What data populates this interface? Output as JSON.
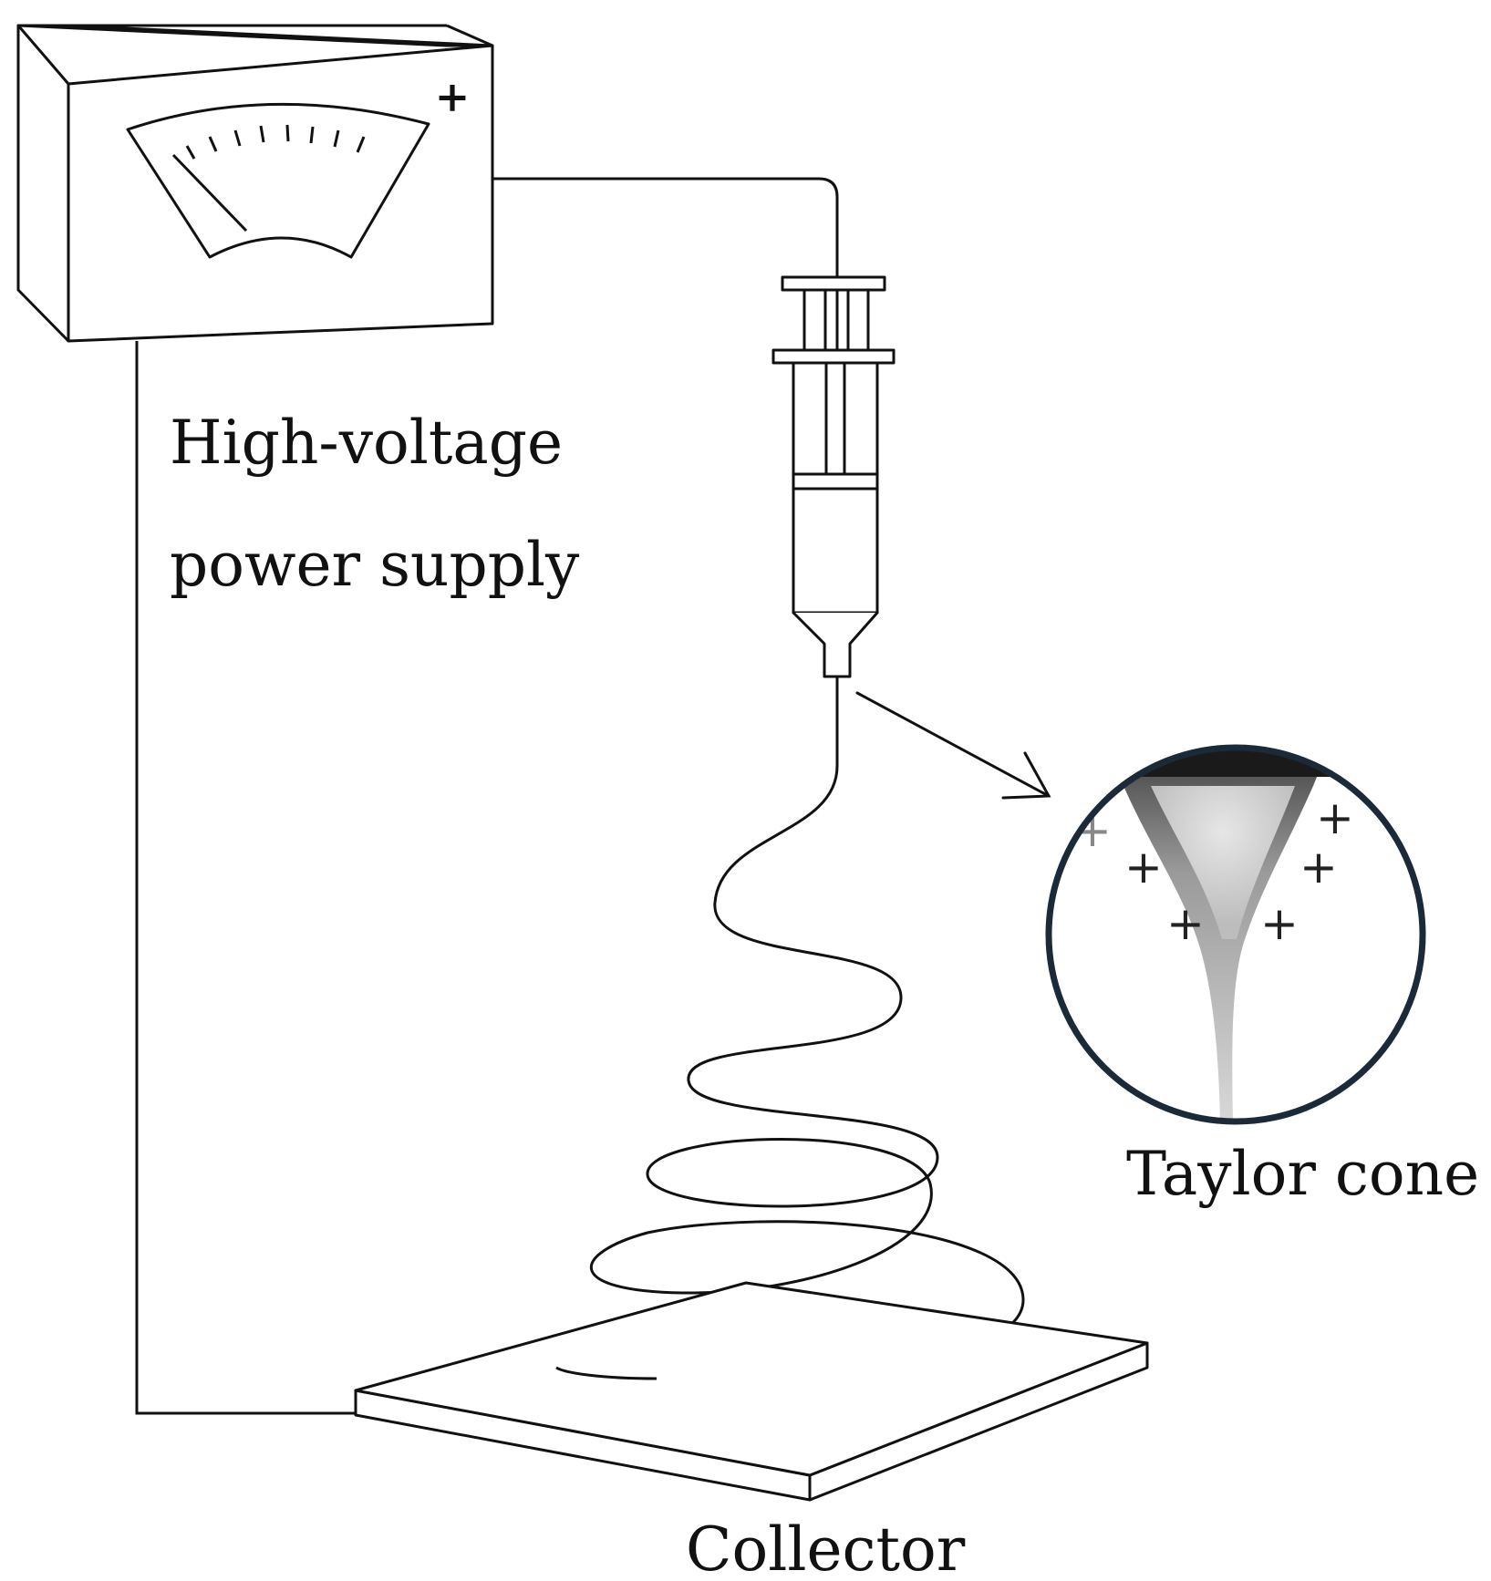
{
  "labels": {
    "power_supply_line1": "High-voltage",
    "power_supply_line2": "power supply",
    "taylor_cone": "Taylor cone",
    "collector": "Collector",
    "polarity": "+"
  },
  "inset": {
    "charge_symbol": "+",
    "charge_count": 6
  },
  "colors": {
    "line": "#111111",
    "inset_ring": "#1b2a38",
    "background": "#ffffff"
  }
}
